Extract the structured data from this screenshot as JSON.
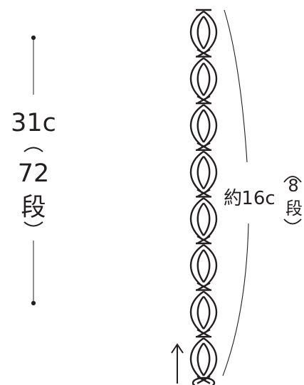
{
  "left_dimension": {
    "length": "31c",
    "rows": "72",
    "row_unit": "段"
  },
  "right_dimension": {
    "approx_prefix": "約",
    "length": "16c",
    "rows": "8",
    "row_unit": "段"
  },
  "motif": {
    "visible_rows": 8,
    "name": "crochet-stitch-motif"
  },
  "direction": "up",
  "colors": {
    "ink": "#231f20",
    "background": "#ffffff"
  }
}
